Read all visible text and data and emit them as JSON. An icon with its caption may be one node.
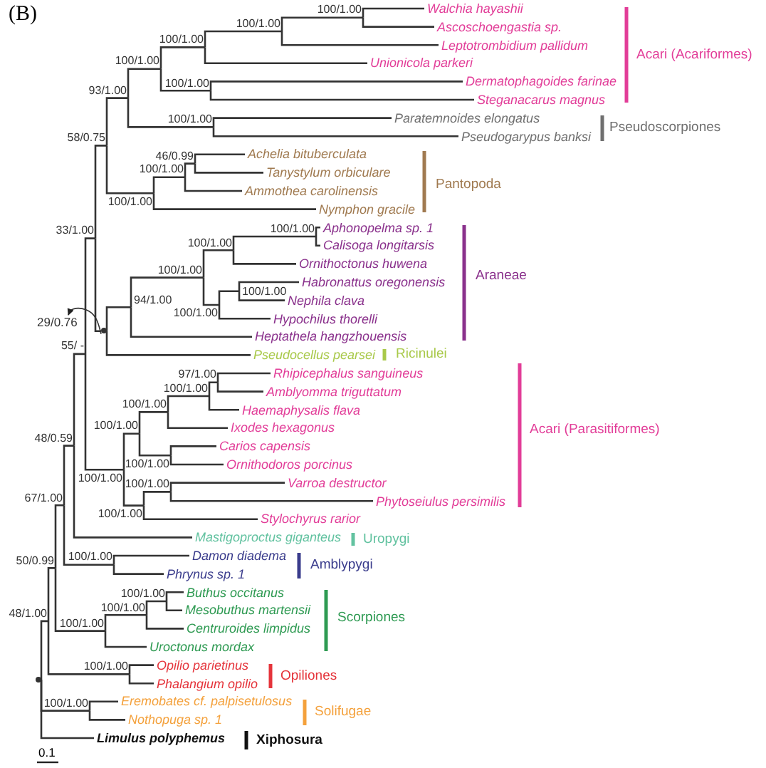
{
  "diagram": {
    "nodes": [
      {
        "text": [
          "Walchia hayashii"
        ]
      },
      {
        "text": [
          "Ascoschoengastia sp."
        ]
      },
      {
        "text": [
          "Leptotrombidium pallidum"
        ]
      },
      {
        "text": [
          "Unionicola parkeri"
        ]
      },
      {
        "text": [
          "Dermatophagoides farinae"
        ]
      },
      {
        "text": [
          "Steganacarus magnus"
        ]
      },
      {
        "text": [
          "Paratemnoides elongatus"
        ]
      },
      {
        "text": [
          "Pseudogarypus banksi"
        ]
      },
      {
        "text": [
          "Achelia bituberculata"
        ]
      },
      {
        "text": [
          "Tanystylum orbiculare"
        ]
      },
      {
        "text": [
          "Ammothea carolinensis"
        ]
      },
      {
        "text": [
          "Nymphon gracile"
        ]
      },
      {
        "text": [
          "Aphonopelma sp. 1"
        ]
      },
      {
        "text": [
          "Calisoga longitarsis"
        ]
      },
      {
        "text": [
          "Ornithoctonus huwena"
        ]
      },
      {
        "text": [
          "Habronattus oregonensis"
        ]
      },
      {
        "text": [
          "Nephila clava"
        ]
      },
      {
        "text": [
          "Hypochilus thorelli"
        ]
      },
      {
        "text": [
          "Heptathela hangzhouensis"
        ]
      },
      {
        "text": [
          "Pseudocellus pearsei"
        ]
      },
      {
        "text": [
          "Rhipicephalus sanguineus"
        ]
      },
      {
        "text": [
          "Amblyomma triguttatum"
        ]
      },
      {
        "text": [
          "Haemaphysalis flava"
        ]
      },
      {
        "text": [
          "Ixodes hexagonus"
        ]
      },
      {
        "text": [
          "Carios capensis"
        ]
      },
      {
        "text": [
          "Ornithodoros porcinus"
        ]
      },
      {
        "text": [
          "Varroa destructor"
        ]
      },
      {
        "text": [
          "Phytoseiulus persimilis"
        ]
      },
      {
        "text": [
          "Stylochyrus rarior"
        ]
      },
      {
        "text": [
          "Mastigoproctus giganteus"
        ]
      },
      {
        "text": [
          "Damon diadema"
        ]
      },
      {
        "text": [
          "Phrynus sp. 1"
        ]
      },
      {
        "text": [
          "Buthus occitanus"
        ]
      },
      {
        "text": [
          "Mesobuthus martensii"
        ]
      },
      {
        "text": [
          "Centruroides limpidus"
        ]
      },
      {
        "text": [
          "Uroctonus mordax"
        ]
      },
      {
        "text": [
          "Opilio parietinus"
        ]
      },
      {
        "text": [
          "Phalangium opilio"
        ]
      },
      {
        "text": [
          "Eremobates cf. palpisetulosus"
        ]
      },
      {
        "text": [
          "Nothopuga sp. 1"
        ]
      },
      {
        "text": [
          "Limulus polyphemus"
        ]
      },
      {
        "text": [
          "100/1.00"
        ]
      },
      {
        "text": [
          "100/1.00"
        ]
      },
      {
        "text": [
          "100/1.00"
        ]
      },
      {
        "text": [
          "100/1.00"
        ]
      },
      {
        "text": [
          "100/1.00"
        ]
      },
      {
        "text": [
          "100/1.00"
        ]
      },
      {
        "text": [
          "93/1.00"
        ]
      },
      {
        "text": [
          "46/0.99"
        ]
      },
      {
        "text": [
          "100/1.00"
        ]
      },
      {
        "text": [
          "100/1.00"
        ]
      },
      {
        "text": [
          "58/0.75"
        ]
      },
      {
        "text": [
          "100/1.00"
        ]
      },
      {
        "text": [
          "100/1.00"
        ]
      },
      {
        "text": [
          "100/1.00"
        ]
      },
      {
        "text": [
          "100/1.00"
        ]
      },
      {
        "text": [
          "100/1.00"
        ]
      },
      {
        "text": [
          "94/1.00"
        ]
      },
      {
        "text": [],
        "shape": "dot"
      },
      {
        "text": [
          "29/0.76"
        ]
      },
      {
        "text": [
          "33/1.00"
        ]
      },
      {
        "text": [
          "97/1.00"
        ]
      },
      {
        "text": [
          "100/1.00"
        ]
      },
      {
        "text": [
          "100/1.00"
        ]
      },
      {
        "text": [
          "100/1.00"
        ]
      },
      {
        "text": [
          "100/1.00"
        ]
      },
      {
        "text": [
          "100/1.00"
        ]
      },
      {
        "text": [
          "100/1.00"
        ]
      },
      {
        "text": [
          "100/1.00"
        ]
      },
      {
        "text": [
          "55/ -"
        ]
      },
      {
        "text": [
          "48/0.59"
        ]
      },
      {
        "text": [
          "100/1.00"
        ]
      },
      {
        "text": [
          "67/1.00"
        ]
      },
      {
        "text": [
          "100/1.00"
        ]
      },
      {
        "text": [
          "100/1.00"
        ]
      },
      {
        "text": [
          "100/1.00"
        ]
      },
      {
        "text": [
          "50/0.99"
        ]
      },
      {
        "text": [
          "100/1.00"
        ]
      },
      {
        "text": [
          "48/1.00"
        ]
      },
      {
        "text": [
          "100/1.00"
        ]
      },
      {
        "text": [],
        "shape": "dot"
      }
    ],
    "edges": [
      {
        "from": 41,
        "to": 0,
        "arrow": "none"
      },
      {
        "from": 41,
        "to": 1,
        "arrow": "none"
      },
      {
        "from": 42,
        "to": 41,
        "arrow": "none"
      },
      {
        "from": 42,
        "to": 2,
        "arrow": "none"
      },
      {
        "from": 43,
        "to": 42,
        "arrow": "none"
      },
      {
        "from": 43,
        "to": 3,
        "arrow": "none"
      },
      {
        "from": 44,
        "to": 4,
        "arrow": "none"
      },
      {
        "from": 44,
        "to": 5,
        "arrow": "none"
      },
      {
        "from": 45,
        "to": 43,
        "arrow": "none"
      },
      {
        "from": 45,
        "to": 44,
        "arrow": "none"
      },
      {
        "from": 46,
        "to": 6,
        "arrow": "none"
      },
      {
        "from": 46,
        "to": 7,
        "arrow": "none"
      },
      {
        "from": 47,
        "to": 45,
        "arrow": "none"
      },
      {
        "from": 47,
        "to": 46,
        "arrow": "none"
      },
      {
        "from": 48,
        "to": 8,
        "arrow": "none"
      },
      {
        "from": 48,
        "to": 9,
        "arrow": "none"
      },
      {
        "from": 49,
        "to": 48,
        "arrow": "none"
      },
      {
        "from": 49,
        "to": 10,
        "arrow": "none"
      },
      {
        "from": 50,
        "to": 49,
        "arrow": "none"
      },
      {
        "from": 50,
        "to": 11,
        "arrow": "none"
      },
      {
        "from": 51,
        "to": 47,
        "arrow": "none"
      },
      {
        "from": 51,
        "to": 50,
        "arrow": "none"
      },
      {
        "from": 52,
        "to": 12,
        "arrow": "none"
      },
      {
        "from": 52,
        "to": 13,
        "arrow": "none"
      },
      {
        "from": 53,
        "to": 52,
        "arrow": "none"
      },
      {
        "from": 53,
        "to": 14,
        "arrow": "none"
      },
      {
        "from": 54,
        "to": 15,
        "arrow": "none"
      },
      {
        "from": 54,
        "to": 16,
        "arrow": "none"
      },
      {
        "from": 55,
        "to": 54,
        "arrow": "none"
      },
      {
        "from": 55,
        "to": 17,
        "arrow": "none"
      },
      {
        "from": 56,
        "to": 53,
        "arrow": "none"
      },
      {
        "from": 56,
        "to": 55,
        "arrow": "none"
      },
      {
        "from": 57,
        "to": 56,
        "arrow": "none"
      },
      {
        "from": 57,
        "to": 18,
        "arrow": "none"
      },
      {
        "from": 58,
        "to": 57,
        "arrow": "none"
      },
      {
        "from": 58,
        "to": 19,
        "arrow": "none"
      },
      {
        "from": 60,
        "to": 51,
        "arrow": "none"
      },
      {
        "from": 60,
        "to": 58,
        "arrow": "none"
      },
      {
        "from": 61,
        "to": 20,
        "arrow": "none"
      },
      {
        "from": 61,
        "to": 21,
        "arrow": "none"
      },
      {
        "from": 62,
        "to": 61,
        "arrow": "none"
      },
      {
        "from": 62,
        "to": 22,
        "arrow": "none"
      },
      {
        "from": 63,
        "to": 62,
        "arrow": "none"
      },
      {
        "from": 63,
        "to": 23,
        "arrow": "none"
      },
      {
        "from": 64,
        "to": 24,
        "arrow": "none"
      },
      {
        "from": 64,
        "to": 25,
        "arrow": "none"
      },
      {
        "from": 65,
        "to": 63,
        "arrow": "none"
      },
      {
        "from": 65,
        "to": 64,
        "arrow": "none"
      },
      {
        "from": 66,
        "to": 26,
        "arrow": "none"
      },
      {
        "from": 66,
        "to": 27,
        "arrow": "none"
      },
      {
        "from": 67,
        "to": 66,
        "arrow": "none"
      },
      {
        "from": 67,
        "to": 28,
        "arrow": "none"
      },
      {
        "from": 68,
        "to": 65,
        "arrow": "none"
      },
      {
        "from": 68,
        "to": 67,
        "arrow": "none"
      },
      {
        "from": 69,
        "to": 60,
        "arrow": "none"
      },
      {
        "from": 69,
        "to": 68,
        "arrow": "none"
      },
      {
        "from": 70,
        "to": 69,
        "arrow": "none"
      },
      {
        "from": 70,
        "to": 29,
        "arrow": "none"
      },
      {
        "from": 71,
        "to": 30,
        "arrow": "none"
      },
      {
        "from": 71,
        "to": 31,
        "arrow": "none"
      },
      {
        "from": 72,
        "to": 70,
        "arrow": "none"
      },
      {
        "from": 72,
        "to": 71,
        "arrow": "none"
      },
      {
        "from": 73,
        "to": 32,
        "arrow": "none"
      },
      {
        "from": 73,
        "to": 33,
        "arrow": "none"
      },
      {
        "from": 74,
        "to": 73,
        "arrow": "none"
      },
      {
        "from": 74,
        "to": 34,
        "arrow": "none"
      },
      {
        "from": 75,
        "to": 74,
        "arrow": "none"
      },
      {
        "from": 75,
        "to": 35,
        "arrow": "none"
      },
      {
        "from": 76,
        "to": 72,
        "arrow": "none"
      },
      {
        "from": 76,
        "to": 75,
        "arrow": "none"
      },
      {
        "from": 77,
        "to": 36,
        "arrow": "none"
      },
      {
        "from": 77,
        "to": 37,
        "arrow": "none"
      },
      {
        "from": 78,
        "to": 76,
        "arrow": "none"
      },
      {
        "from": 78,
        "to": 77,
        "arrow": "none"
      },
      {
        "from": 79,
        "to": 38,
        "arrow": "none"
      },
      {
        "from": 79,
        "to": 39,
        "arrow": "none"
      },
      {
        "from": 80,
        "to": 78,
        "arrow": "none"
      },
      {
        "from": 80,
        "to": 79,
        "arrow": "none"
      },
      {
        "from": 80,
        "to": 40,
        "arrow": "none"
      },
      {
        "from": 58,
        "to": 59,
        "arrow": "to"
      }
    ],
    "labels": [
      "(B)",
      "Acari (Acariformes)",
      "Pseudoscorpiones",
      "Pantopoda",
      "Araneae",
      "Ricinulei",
      "Acari (Parasitiformes)",
      "Uropygi",
      "Amblypygi",
      "Scorpiones",
      "Opiliones",
      "Solifugae",
      "Xiphosura",
      "0.1"
    ]
  }
}
